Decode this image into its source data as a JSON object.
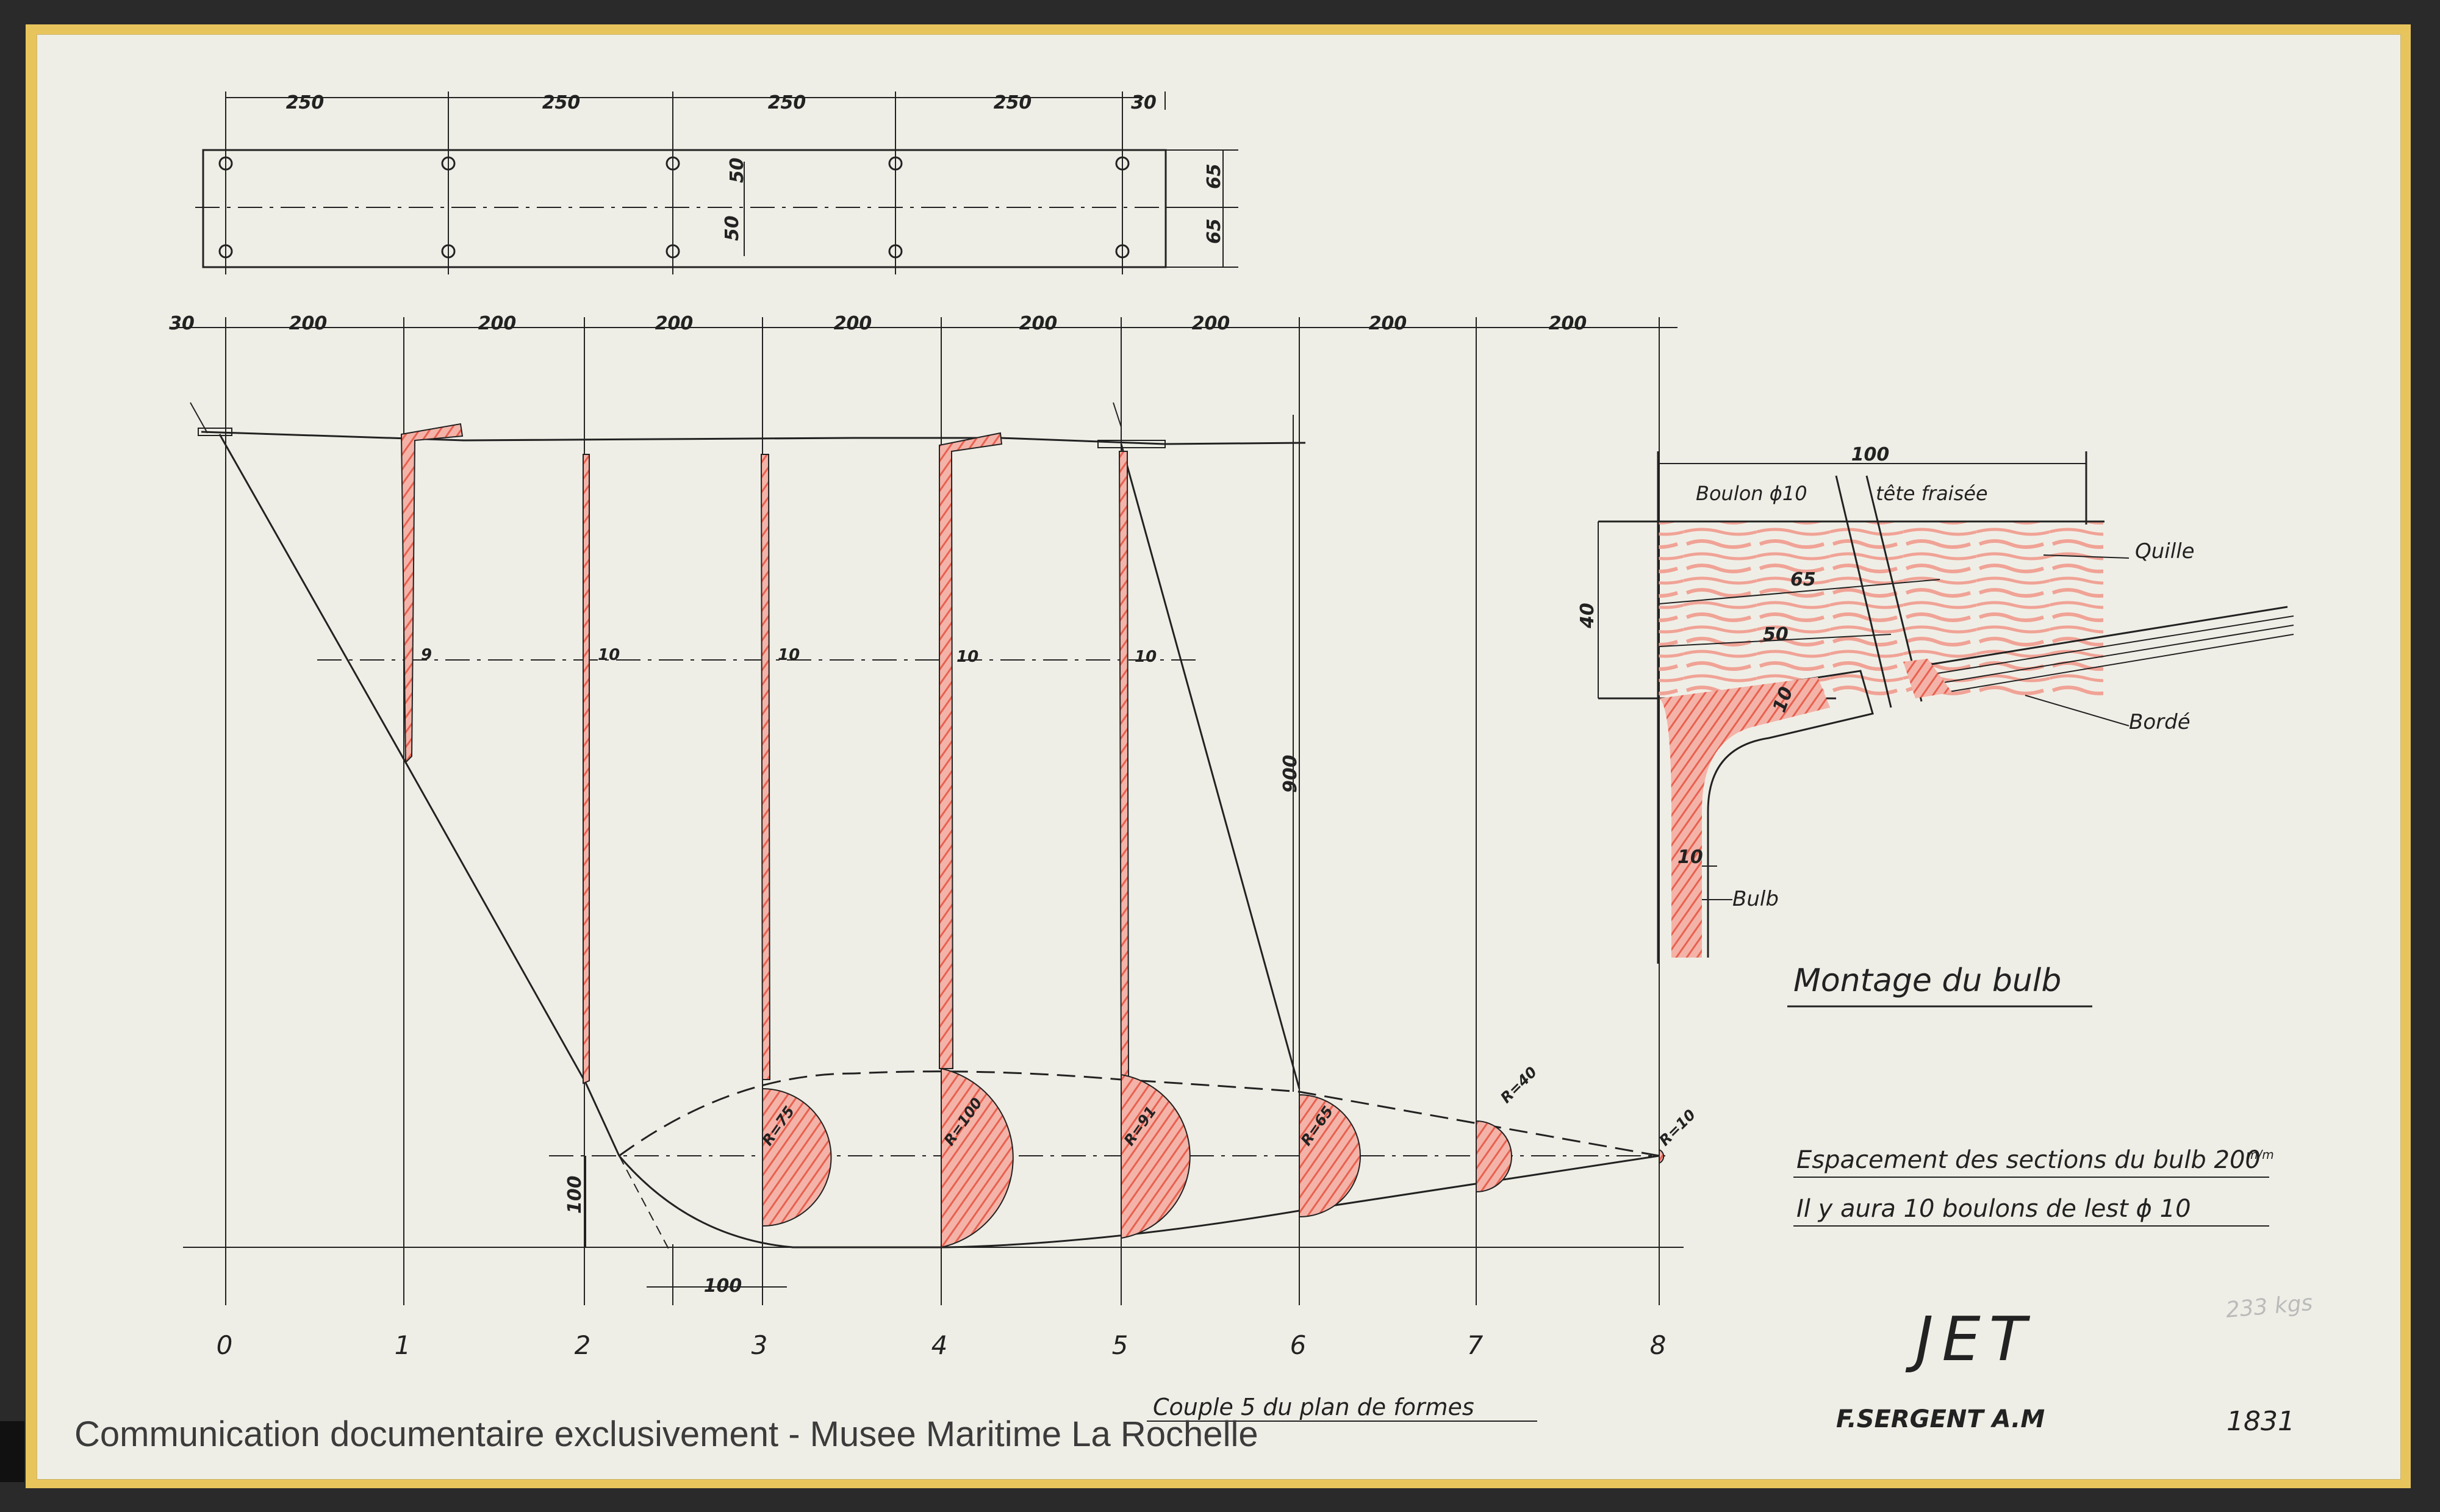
{
  "watermark": "Communication documentaire exclusivement - Musee Maritime La Rochelle",
  "top_plate": {
    "dims": [
      "250",
      "250",
      "250",
      "250",
      "30"
    ],
    "side_dims": [
      "65",
      "65"
    ],
    "hole_dims": [
      "50",
      "50"
    ]
  },
  "frame_spacing": {
    "first": "30",
    "dims": [
      "200",
      "200",
      "200",
      "200",
      "200",
      "200",
      "200",
      "200"
    ]
  },
  "thickness_labels": [
    "9",
    "10",
    "10",
    "10",
    "10"
  ],
  "station_numbers": [
    "0",
    "1",
    "2",
    "3",
    "4",
    "5",
    "6",
    "7",
    "8"
  ],
  "radii": [
    "R=75",
    "R=100",
    "R=91",
    "R=65",
    "R=40",
    "R=10"
  ],
  "misc_dims": {
    "height_900": "900",
    "bulb_depth": "100",
    "bulb_offset": "100"
  },
  "detail": {
    "title": "Montage du bulb",
    "width_dim": "100",
    "bolt_label": "Boulon ϕ10",
    "countersunk_label": "tête fraisée",
    "keel_label": "Quille",
    "planking_label": "Bordé",
    "bulb_label": "Bulb",
    "dims": [
      "40",
      "65",
      "50",
      "10",
      "10"
    ]
  },
  "notes": {
    "spacing": "Espacement des sections du bulb 200",
    "spacing_unit": "m/m",
    "bolts": "Il y aura 10 boulons de lest ϕ 10"
  },
  "title_block": {
    "name": "JET",
    "author": "F.SERGENT A.M",
    "number": "1831",
    "weight": "233 kgs",
    "reference": "Couple 5 du plan de formes"
  },
  "colors": {
    "ink": "#222222",
    "red_crayon": "#e8604f",
    "paper": "#efeee6",
    "frame": "#e8c55c"
  }
}
